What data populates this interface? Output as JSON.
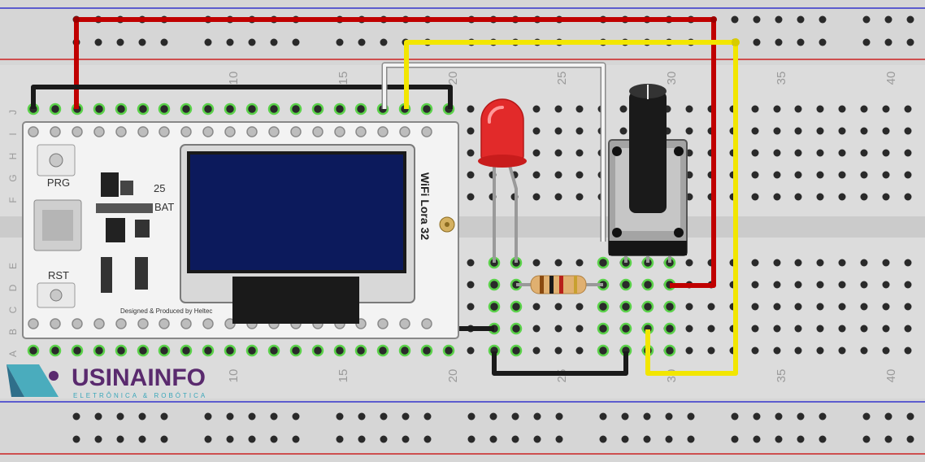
{
  "breadboard": {
    "column_numbers_top": [
      "10",
      "15",
      "20",
      "25",
      "30",
      "35",
      "40"
    ],
    "column_numbers_bottom": [
      "10",
      "15",
      "20",
      "25",
      "30",
      "35",
      "40"
    ],
    "row_letters_top": [
      "J",
      "I",
      "H",
      "G",
      "F"
    ],
    "row_letters_bottom": [
      "E",
      "D",
      "C",
      "B",
      "A"
    ]
  },
  "board": {
    "prg_label": "PRG",
    "rst_label": "RST",
    "num_label": "25",
    "bat_label": "BAT",
    "name_label": "WiFi Lora 32",
    "designed_label": "Designed & Produced by Heltec"
  },
  "logo": {
    "name": "USINAINFO",
    "tagline": "ELETRÔNICA & ROBÓTICA"
  },
  "colors": {
    "wire_red": "#c00000",
    "wire_yellow": "#f2e600",
    "wire_black": "#1a1a1a",
    "wire_white": "#f4f4f4",
    "led_red": "#e22a2a",
    "logo_purple": "#5a2a6e",
    "logo_teal": "#3aa6b9"
  }
}
